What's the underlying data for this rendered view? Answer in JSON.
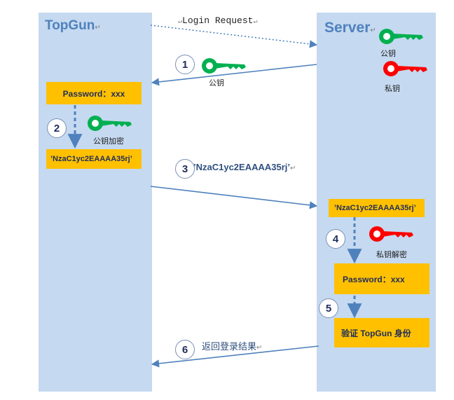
{
  "lanes": {
    "left_title": "TopGun",
    "right_title": "Server",
    "para_mark": "↵"
  },
  "messages": {
    "login_request": "Login Request",
    "cipher_send": "’NzaC1yc2EAAAA35rj’",
    "return_result": "返回登录结果"
  },
  "steps": [
    "1",
    "2",
    "3",
    "4",
    "5",
    "6"
  ],
  "key_labels": {
    "server_public": "公钥",
    "server_private": "私钥",
    "step1_public": "公钥",
    "step2_encrypt": "公钥加密",
    "step4_decrypt": "私钥解密"
  },
  "boxes": {
    "client_password": "Password：xxx",
    "client_cipher": "’NzaC1yc2EAAAA35rj’",
    "server_cipher": "’NzaC1yc2EAAAA35rj’",
    "server_password": "Password：xxx",
    "server_verify": "验证 TopGun 身份"
  },
  "colors": {
    "lane": "#c5d9f0",
    "box": "#ffc000",
    "arrow": "#4f81bd",
    "public_key": "#00b050",
    "private_key": "#ff0000"
  }
}
